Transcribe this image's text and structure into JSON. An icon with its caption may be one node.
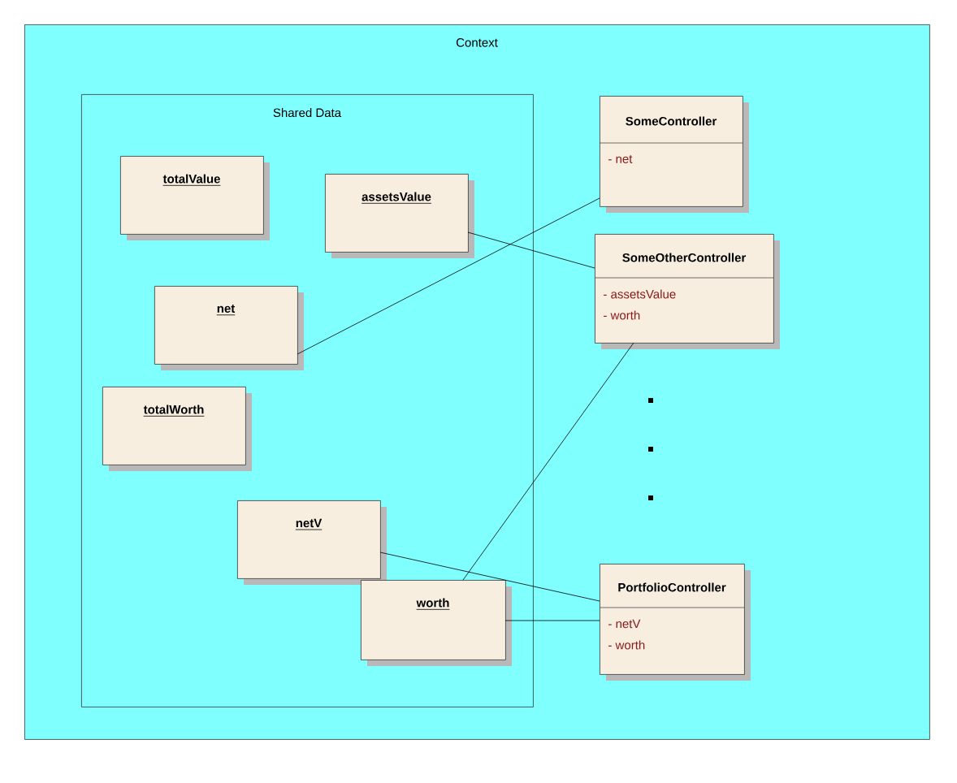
{
  "diagram": {
    "nodes": [
      {
        "text": [
          "Context"
        ]
      },
      {
        "text": [
          "Shared Data"
        ],
        "in": 0
      },
      {
        "text": [
          "totalValue"
        ],
        "in": 1
      },
      {
        "text": [
          "assetsValue"
        ],
        "in": 1
      },
      {
        "text": [
          "net"
        ],
        "in": 1
      },
      {
        "text": [
          "totalWorth"
        ],
        "in": 1
      },
      {
        "text": [
          "netV"
        ],
        "in": 1
      },
      {
        "text": [
          "worth"
        ],
        "in": 1
      },
      {
        "text": [
          "SomeController",
          "- net"
        ],
        "in": 0
      },
      {
        "text": [
          "SomeOtherController",
          "- assetsValue",
          "- worth"
        ],
        "in": 0
      },
      {
        "text": [
          "PortfolioController",
          "- netV",
          "- worth"
        ],
        "in": 0
      }
    ],
    "edges": [
      {
        "from": 4,
        "to": 8,
        "arrow": "none"
      },
      {
        "from": 3,
        "to": 9,
        "arrow": "none"
      },
      {
        "from": 7,
        "to": 9,
        "arrow": "none"
      },
      {
        "from": 6,
        "to": 10,
        "arrow": "none"
      },
      {
        "from": 7,
        "to": 10,
        "arrow": "none"
      }
    ]
  }
}
